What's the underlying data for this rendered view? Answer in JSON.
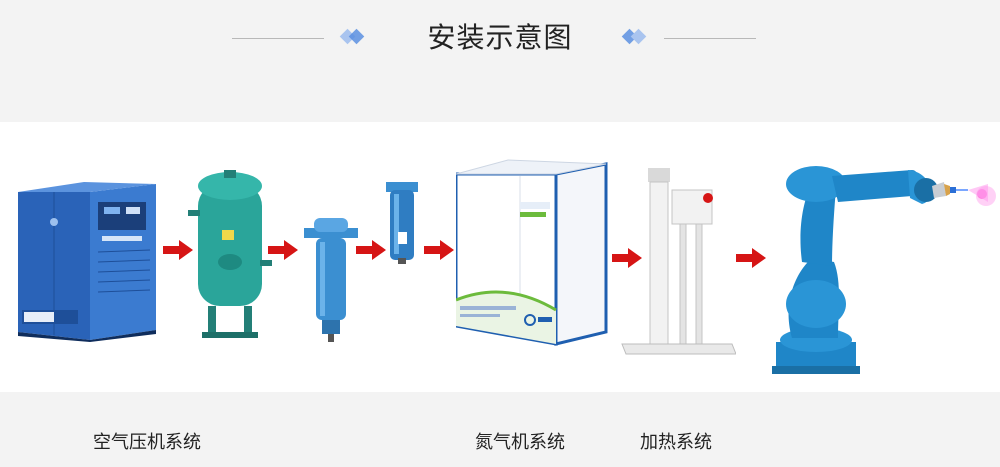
{
  "title": "安装示意图",
  "labels": {
    "air_compressor": "空气压机系统",
    "nitrogen": "氮气机系统",
    "heating": "加热系统"
  },
  "colors": {
    "arrow": "#d61515",
    "diamond_light": "#a9c4ef",
    "diamond_dark": "#5b8fe0",
    "compressor_blue": "#2a63b8",
    "tank_teal": "#2aa59a",
    "filter_blue": "#3b8fd1",
    "robot_blue": "#1f86c8"
  },
  "icons": [
    "diamond-icon",
    "arrow-right-icon"
  ]
}
